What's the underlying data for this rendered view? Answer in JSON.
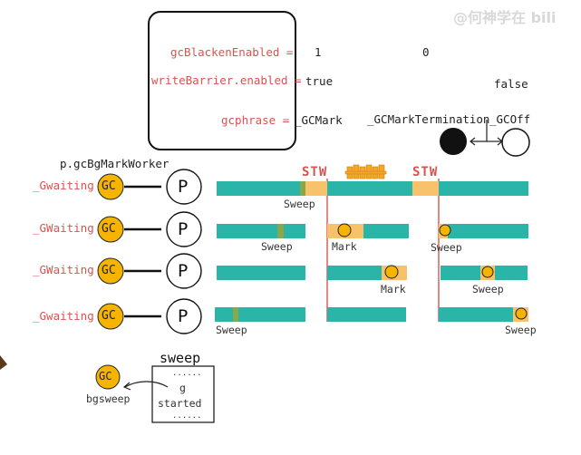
{
  "watermark": "@何神学在 bili",
  "vars": {
    "blacken": "gcBlackenEnabled =",
    "barrier": "writeBarrier.enabled =",
    "phase": "gcphrase ="
  },
  "values": {
    "blacken_1": "1",
    "blacken_0": "0",
    "barrier_true": "true",
    "barrier_false": "false",
    "phase_mark": "_GCMark",
    "phase_term": "_GCMarkTermination",
    "phase_off": "_GCOff"
  },
  "worker_label": "p.gcBgMarkWorker",
  "stw_label": "STW",
  "rows": [
    {
      "status": "_Gwaiting",
      "gc": "GC",
      "p": "P",
      "labels": [
        "Sweep"
      ]
    },
    {
      "status": "_GWaiting",
      "gc": "GC",
      "p": "P",
      "labels": [
        "Sweep",
        "Mark",
        "Sweep"
      ]
    },
    {
      "status": "_GWaiting",
      "gc": "GC",
      "p": "P",
      "labels": [
        "Mark",
        "Sweep"
      ]
    },
    {
      "status": "_Gwaiting",
      "gc": "GC",
      "p": "P",
      "labels": [
        "Sweep",
        "Sweep"
      ]
    }
  ],
  "bgsweep": {
    "gc": "GC",
    "label": "bgsweep",
    "box_title": "sweep",
    "dots": "......",
    "g": "g",
    "started": "started"
  },
  "colors": {
    "teal": "#2ab5a8",
    "orange": "#f7c26b",
    "gcYellow": "#f5b400",
    "red": "#d9534f"
  }
}
